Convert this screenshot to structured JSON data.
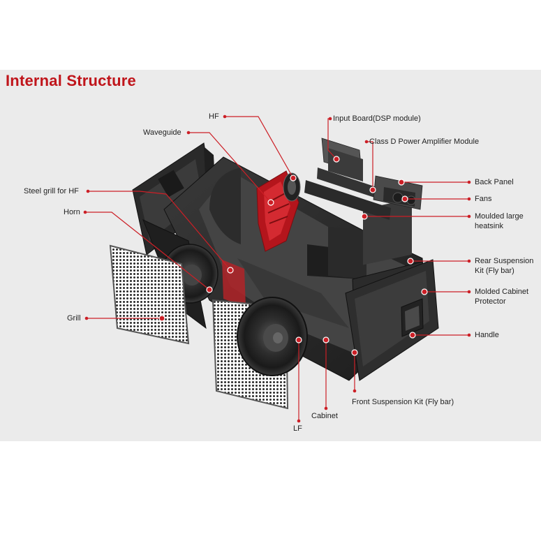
{
  "title": "Internal Structure",
  "accent_color": "#c0151b",
  "labels": {
    "hf": "HF",
    "input_board": "Input Board(DSP module)",
    "waveguide": "Waveguide",
    "class_d": "Class D Power Amplifier Module",
    "back_panel": "Back Panel",
    "steel_grill_hf": "Steel grill for HF",
    "fans": "Fans",
    "horn": "Horn",
    "heatsink_line1": "Moulded large",
    "heatsink_line2": "heatsink",
    "rear_susp_line1": "Rear Suspension",
    "rear_susp_line2": "Kit (Fly bar)",
    "cab_protector_line1": "Molded Cabinet",
    "cab_protector_line2": "Protector",
    "grill": "Grill",
    "handle": "Handle",
    "front_susp": "Front Suspension Kit (Fly bar)",
    "cabinet": "Cabinet",
    "lf": "LF"
  }
}
